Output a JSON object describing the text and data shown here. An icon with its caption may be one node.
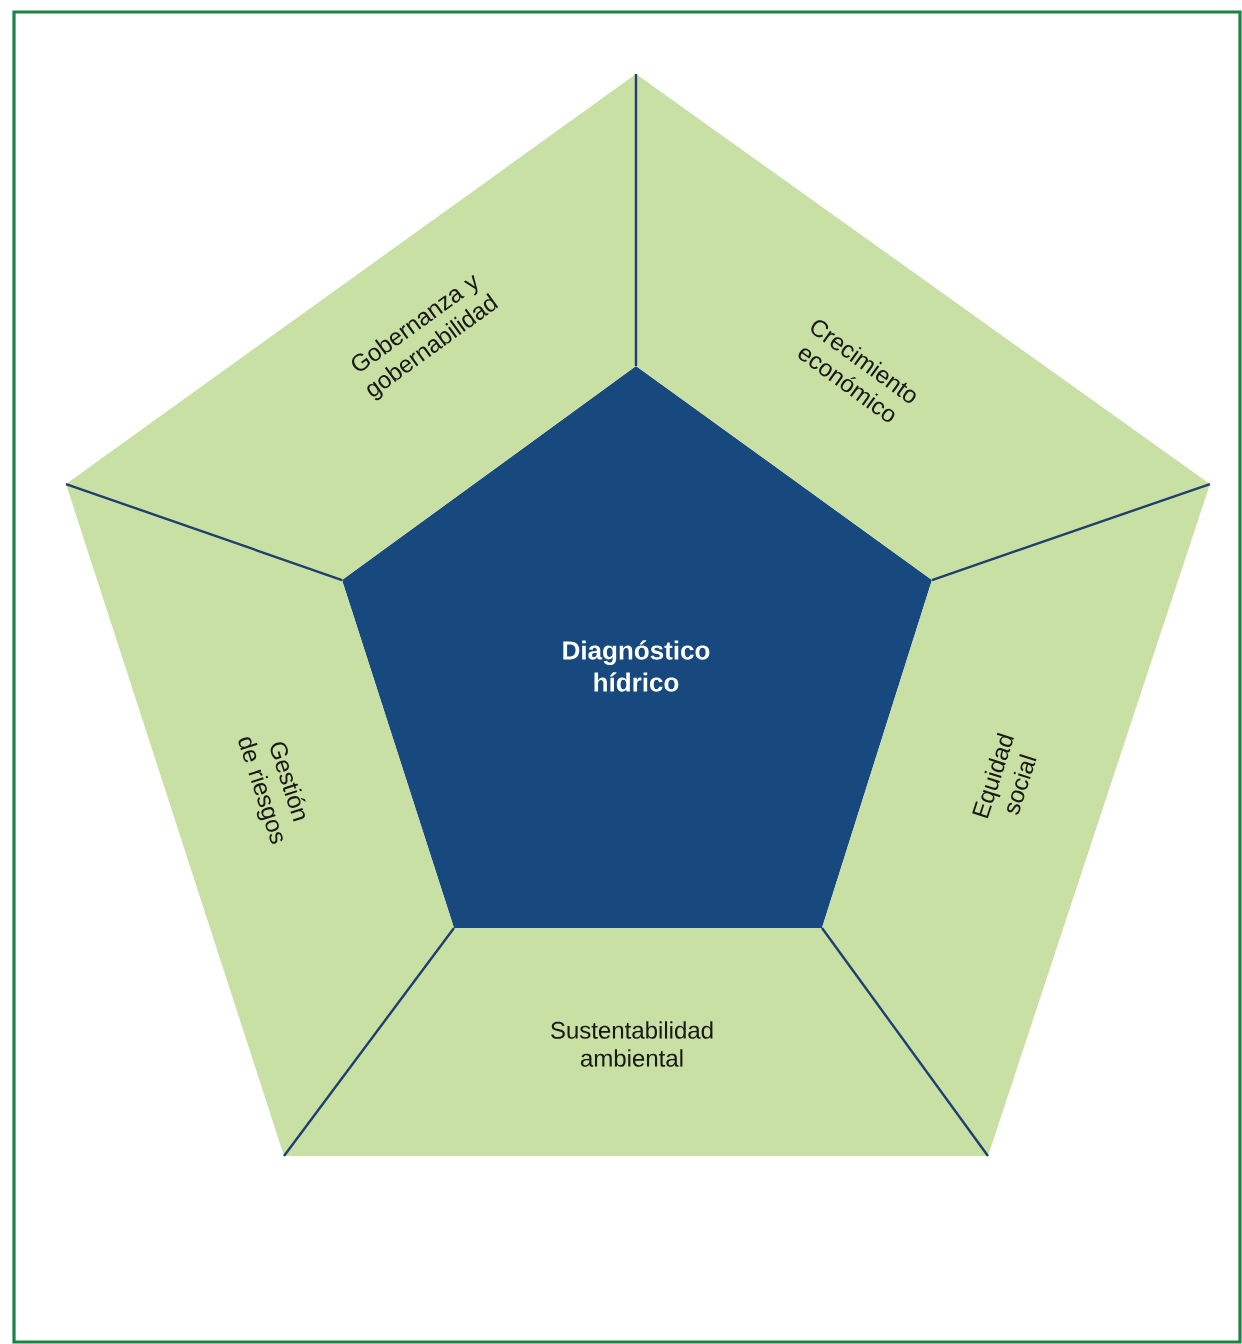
{
  "diagram": {
    "nodes": [
      {
        "text": [
          "Diagnóstico hídrico"
        ]
      },
      {
        "text": [
          "Gobernanza y gobernabilidad"
        ]
      },
      {
        "text": [
          "Crecimiento económico"
        ]
      },
      {
        "text": [
          "Equidad social"
        ]
      },
      {
        "text": [
          "Sustentabilidad ambiental"
        ]
      },
      {
        "text": [
          "Gestión de riesgos"
        ]
      }
    ]
  }
}
